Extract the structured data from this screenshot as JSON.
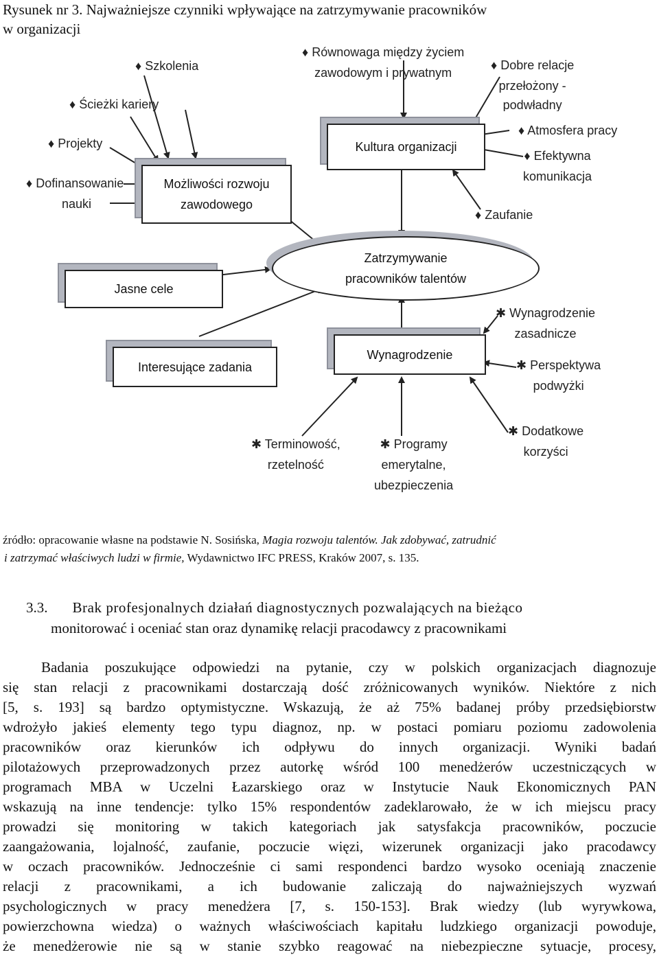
{
  "figure": {
    "caption_line1": "Rysunek nr 3.  Najważniejsze czynniki wpływające na zatrzymywanie pracowników",
    "caption_line2": "w organizacji",
    "center": [
      "Zatrzymywanie",
      "pracowników talentów"
    ],
    "boxes": {
      "rozwoj": [
        "Możliwości rozwoju",
        "zawodowego"
      ],
      "kultura": "Kultura organizacji",
      "jasne": "Jasne cele",
      "interesujace": "Interesujące zadania",
      "wynagrodzenie": "Wynagrodzenie"
    },
    "labels": {
      "szkolenia": "Szkolenia",
      "sciezki": "Ścieżki kariery",
      "projekty": "Projekty",
      "dofin1": "Dofinansowanie",
      "dofin2": "nauki",
      "rownowaga1": "Równowaga między życiem",
      "rownowaga2": "zawodowym i prywatnym",
      "dobre1": "Dobre relacje",
      "dobre2": "przełożony -",
      "dobre3": "podwładny",
      "atmosfera": "Atmosfera pracy",
      "efektywna1": "Efektywna",
      "efektywna2": "komunikacja",
      "zaufanie": "Zaufanie",
      "wyn_zas1": "Wynagrodzenie",
      "wyn_zas2": "zasadnicze",
      "persp1": "Perspektywa",
      "persp2": "podwyżki",
      "termin1": "Terminowość,",
      "termin2": "rzetelność",
      "programy1": "Programy",
      "programy2": "emerytalne,",
      "programy3": "ubezpieczenia",
      "dodatkowe1": "Dodatkowe",
      "dodatkowe2": "korzyści"
    },
    "bullet_diamond": "♦",
    "bullet_star": "✱"
  },
  "source": {
    "prefix": "źródło: opracowanie własne na podstawie N. Sosińska, ",
    "title1": "Magia rozwoju talentów. Jak zdobywać, zatrudnić",
    "title2": "i zatrzymać właściwych ludzi w firmie,",
    "rest": " Wydawnictwo IFC PRESS, Kraków 2007, s. 135."
  },
  "section": {
    "number": "3.3.",
    "title_line1": "Brak profesjonalnych działań diagnostycznych pozwalających na bieżąco",
    "title_line2": "monitorować i oceniać stan oraz dynamikę  relacji pracodawcy z pracownikami"
  },
  "paragraph_lines": [
    "Badania poszukujące odpowiedzi na pytanie, czy w polskich organizacjach diagnozuje",
    "się stan relacji z pracownikami dostarczają dość zróżnicowanych wyników. Niektóre z nich",
    "[5, s. 193] są bardzo optymistyczne. Wskazują, że aż 75% badanej próby przedsiębiorstw",
    "wdrożyło jakieś elementy tego typu diagnoz, np. w postaci pomiaru poziomu zadowolenia",
    "pracowników oraz kierunków ich odpływu do innych organizacji. Wyniki badań",
    "pilotażowych przeprowadzonych przez autorkę wśród 100 menedżerów uczestniczących w",
    "programach MBA w Uczelni Łazarskiego oraz w Instytucie Nauk Ekonomicznych PAN",
    "wskazują na inne tendencje: tylko 15% respondentów zadeklarowało, że w ich miejscu pracy",
    "prowadzi się monitoring w takich kategoriach jak satysfakcja pracowników, poczucie",
    "zaangażowania, lojalność, zaufanie, poczucie więzi, wizerunek organizacji jako pracodawcy",
    "w oczach pracowników. Jednocześnie ci sami respondenci bardzo wysoko oceniają znaczenie",
    "relacji z pracownikami, a ich budowanie zaliczają do najważniejszych wyzwań",
    "psychologicznych w pracy menedżera [7, s. 150-153]. Brak wiedzy (lub wyrywkowa,",
    "powierzchowna wiedza) o ważnych właściwościach kapitału ludzkiego organizacji powoduje,",
    "że menedżerowie nie są w stanie szybko reagować na niebezpieczne sytuacje, procesy,"
  ]
}
